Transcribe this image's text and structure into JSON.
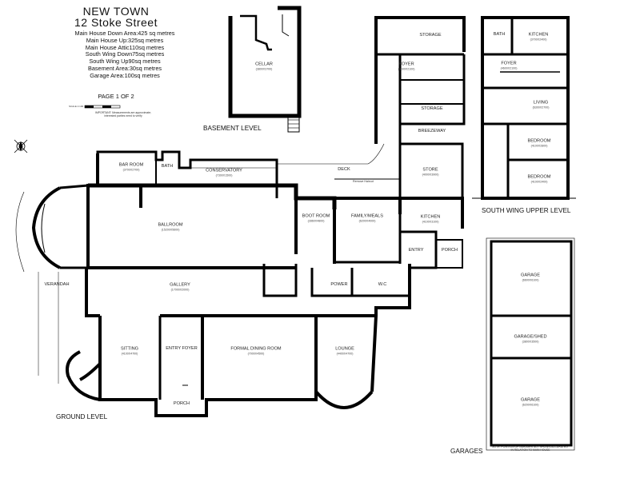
{
  "header": {
    "title1": "NEW TOWN",
    "title2": "12 Stoke Street",
    "areas": [
      "Main House Down Area:425 sq metres",
      "Main House Up:325sq metres",
      "Main House Attic110sq metres",
      "South Wing Down75sq metres",
      "South Wing Up90sq metres",
      "Basement Area:30sq metres",
      "Garage Area:100sq metres"
    ],
    "page": "PAGE 1 OF 2",
    "scale": "SCALE 1:100",
    "disclaimer": "IMPORTANT: Measurements are approximate; interested parties need to verify"
  },
  "levels": {
    "basement": "BASEMENT LEVEL",
    "ground": "GROUND LEVEL",
    "south_upper": "SOUTH WING UPPER LEVEL",
    "garages": "GARAGES"
  },
  "rooms": {
    "cellar": {
      "name": "CELLAR",
      "dims": "(3800X3700)"
    },
    "storage_top": {
      "name": "STORAGE",
      "dims": ""
    },
    "foyer_s": {
      "name": "FOYER",
      "dims": "(3600X2100)"
    },
    "storage_mid": {
      "name": "STORAGE",
      "dims": ""
    },
    "breezeway": {
      "name": "BREEZEWAY",
      "dims": ""
    },
    "store": {
      "name": "STORE",
      "dims": "(4000X3900)"
    },
    "kitchen_s": {
      "name": "KITCHEN",
      "dims": "(4100X3100)"
    },
    "entry": {
      "name": "ENTRY",
      "dims": ""
    },
    "porch_s": {
      "name": "PORCH",
      "dims": ""
    },
    "boot": {
      "name": "BOOT ROOM",
      "dims": "(2860X4800)"
    },
    "family": {
      "name": "FAMILY/MEALS",
      "dims": "(6200X4000)"
    },
    "power": {
      "name": "POWER",
      "dims": ""
    },
    "wc": {
      "name": "W.C",
      "dims": ""
    },
    "bar": {
      "name": "BAR ROOM",
      "dims": "(3700X2700)"
    },
    "bath_g": {
      "name": "BATH",
      "dims": ""
    },
    "conservatory": {
      "name": "CONSERVATORY",
      "dims": "(7300X1500)"
    },
    "deck": {
      "name": "DECK",
      "dims": ""
    },
    "ballroom": {
      "name": "BALLROOM",
      "dims": "(15200X5600)"
    },
    "gallery": {
      "name": "GALLERY",
      "dims": "(17000X2000)"
    },
    "verandah": {
      "name": "VERANDAH",
      "dims": ""
    },
    "sitting": {
      "name": "SITTING",
      "dims": "(4100X4700)"
    },
    "entry_foyer": {
      "name": "ENTRY FOYER",
      "dims": ""
    },
    "dining": {
      "name": "FORMAL DINING ROOM",
      "dims": "(7000X4500)"
    },
    "lounge": {
      "name": "LOUNGE",
      "dims": "(4400X4700)"
    },
    "porch_g": {
      "name": "PORCH",
      "dims": ""
    },
    "bath_u": {
      "name": "BATH",
      "dims": ""
    },
    "kitchen_u": {
      "name": "KITCHEN",
      "dims": "(3700X2400)"
    },
    "foyer_u": {
      "name": "FOYER",
      "dims": "(4600X2100)"
    },
    "living": {
      "name": "LIVING",
      "dims": "(6300X2700)"
    },
    "bedroom1": {
      "name": "BEDROOM",
      "dims": "(4100X2800)"
    },
    "bedroom2": {
      "name": "BEDROOM",
      "dims": "(4100X2400)"
    },
    "garage1": {
      "name": "GARAGE",
      "dims": "(6600X6100)"
    },
    "garage_shed": {
      "name": "GARAGE/SHED",
      "dims": "(3800X3500)"
    },
    "garage2": {
      "name": "GARAGE",
      "dims": "(6200X6100)"
    }
  },
  "notes": {
    "remove_sign": "Remove Haircut",
    "garage_note": "NOTE: POSITION OF GARAGES NOT SHOWN ACCURATELY IN RELATION TO MAIN HOUSE"
  },
  "colors": {
    "wall": "#000000",
    "line": "#333333",
    "background": "#ffffff"
  }
}
